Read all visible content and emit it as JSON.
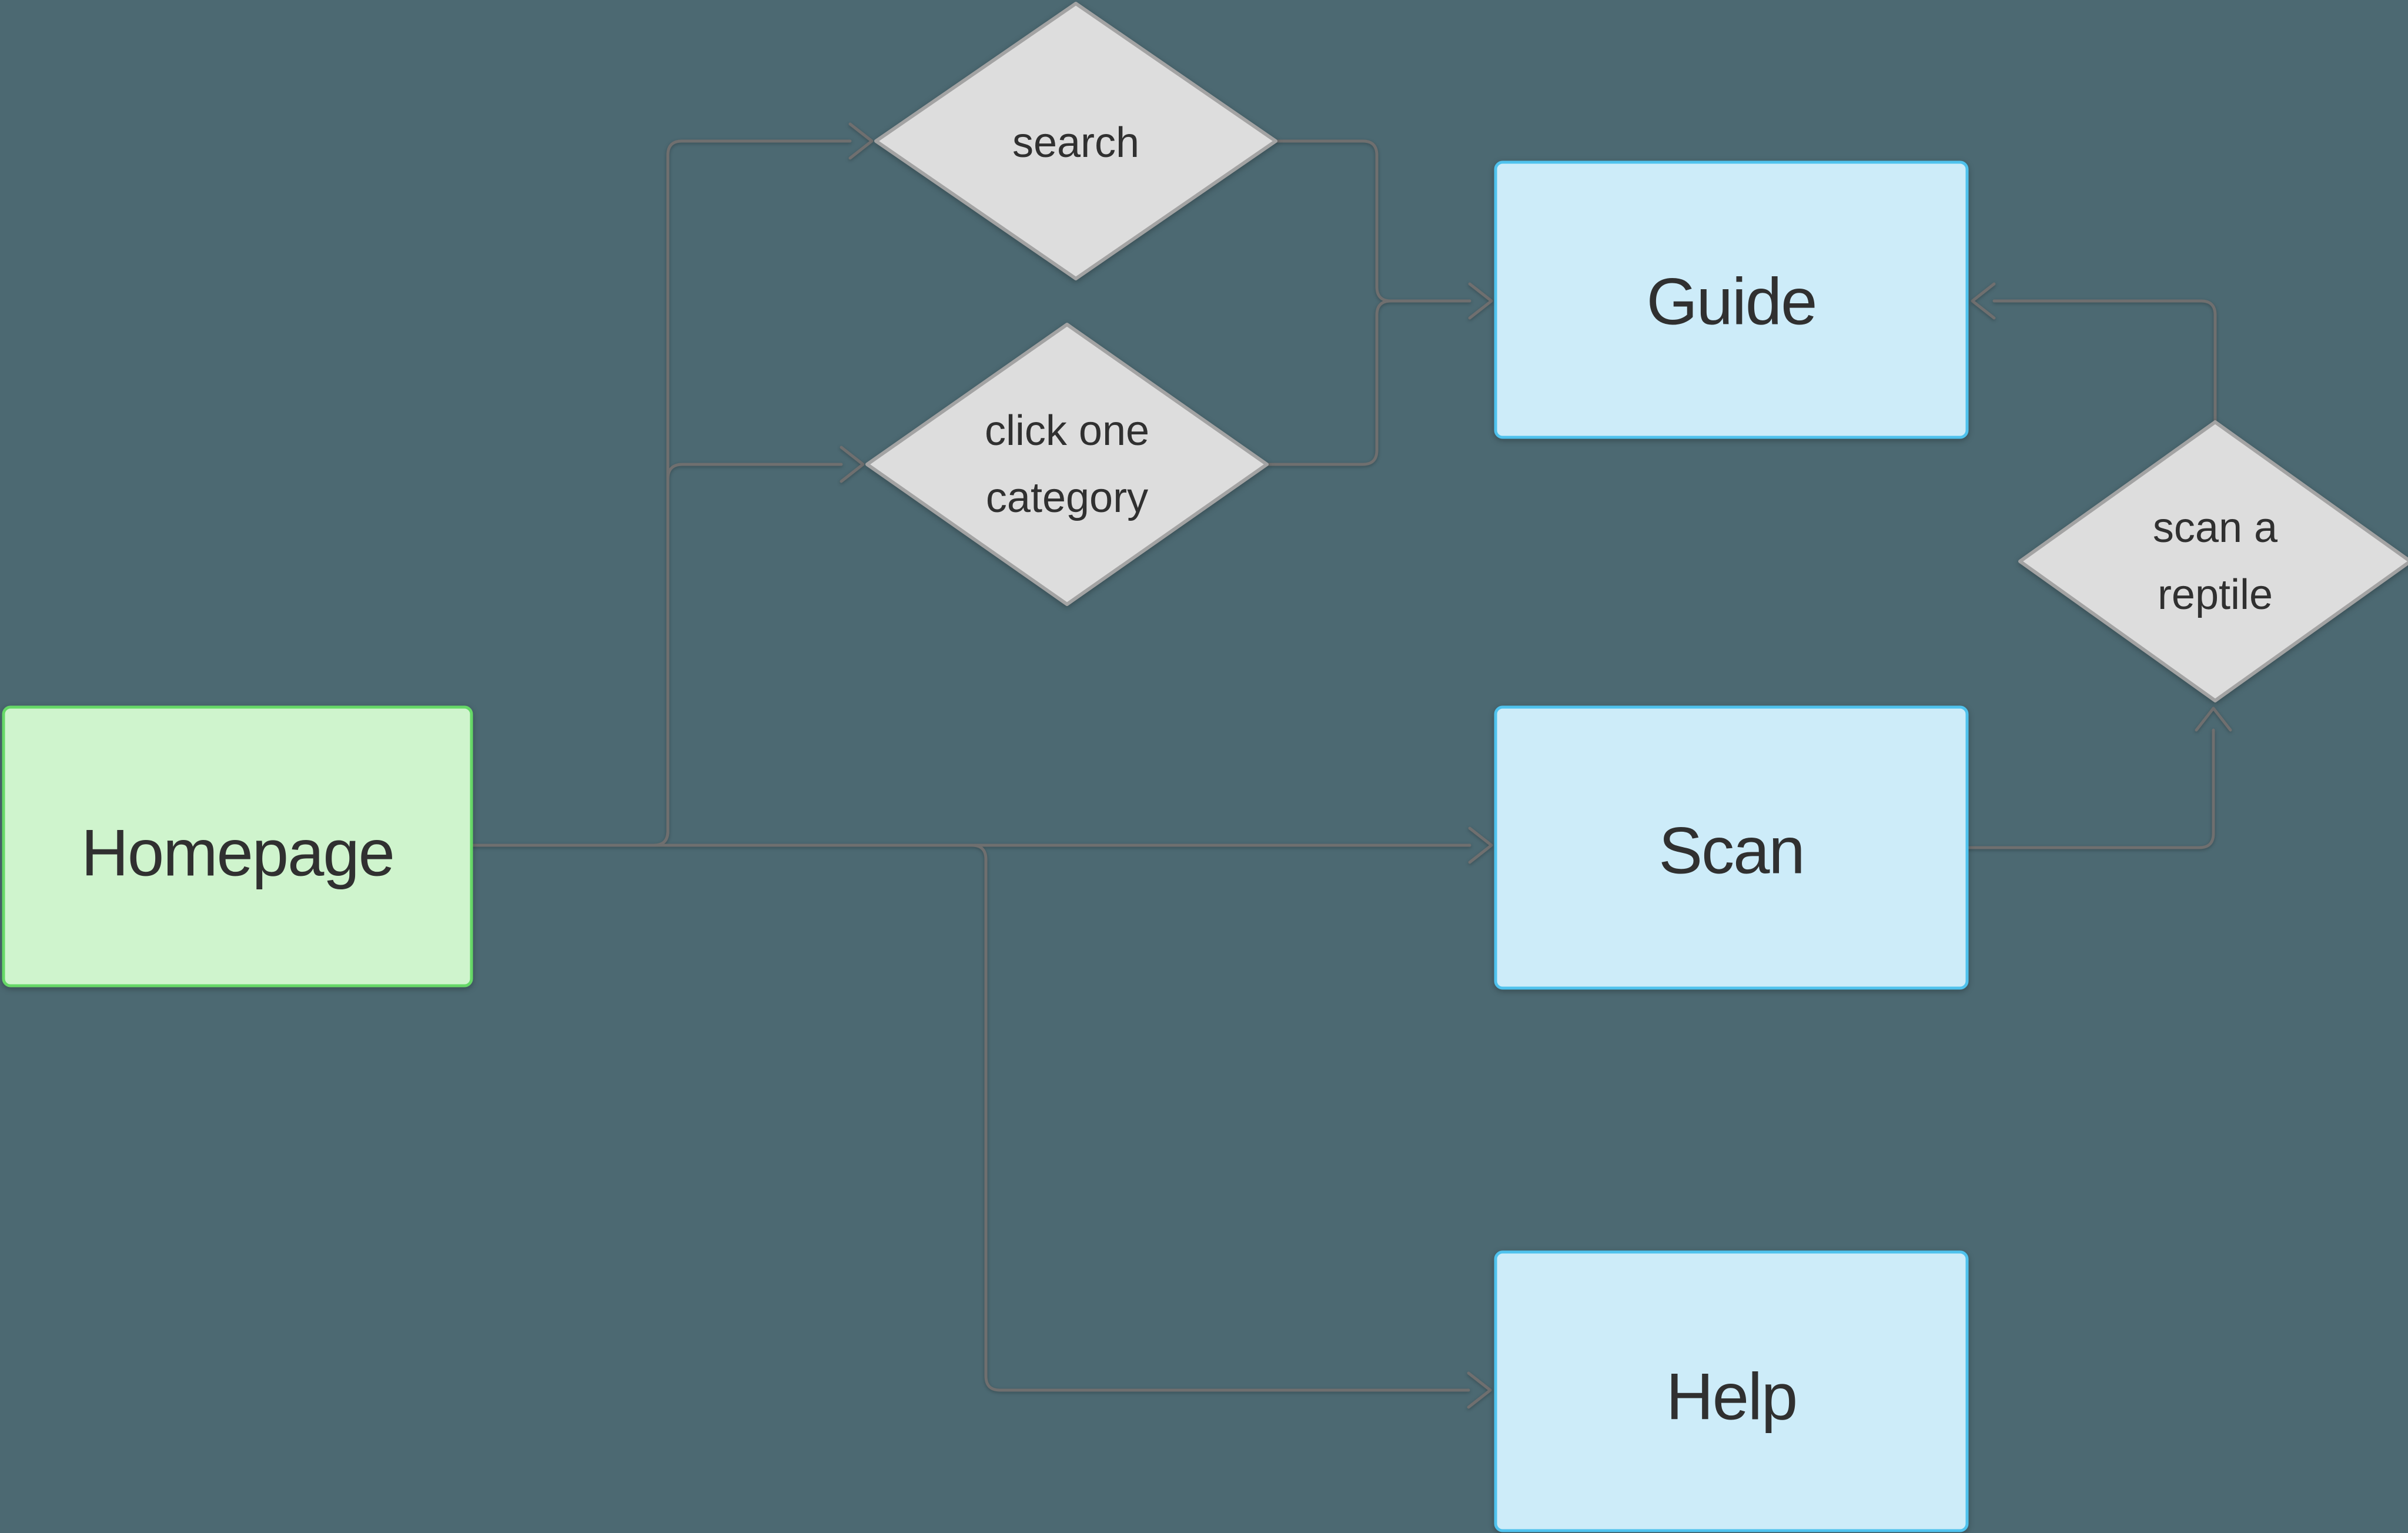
{
  "colors": {
    "bg": "#4c6972",
    "edge": "#6f6f6f",
    "text": "#303030",
    "green-fill": "#cff4cd",
    "green-border": "#66d867",
    "blue-fill": "#cdecf9",
    "blue-border": "#4fc2ed",
    "diamond-fill": "#dddddd",
    "diamond-border": "#a3a3a3"
  },
  "nodes": {
    "homepage": {
      "label": "Homepage",
      "shape": "rectangle"
    },
    "search": {
      "label": "search",
      "shape": "diamond"
    },
    "click_category": {
      "label": "click one category",
      "lines": [
        "click one",
        "category"
      ],
      "shape": "diamond"
    },
    "guide": {
      "label": "Guide",
      "shape": "rectangle"
    },
    "scan": {
      "label": "Scan",
      "shape": "rectangle"
    },
    "help": {
      "label": "Help",
      "shape": "rectangle"
    },
    "scan_reptile": {
      "label": "scan a reptile",
      "lines": [
        "scan a",
        "reptile"
      ],
      "shape": "diamond"
    }
  },
  "edges": [
    {
      "from": "homepage",
      "to": "search"
    },
    {
      "from": "homepage",
      "to": "click_category"
    },
    {
      "from": "homepage",
      "to": "scan"
    },
    {
      "from": "homepage",
      "to": "help"
    },
    {
      "from": "search",
      "to": "guide"
    },
    {
      "from": "click_category",
      "to": "guide"
    },
    {
      "from": "scan",
      "to": "scan_reptile"
    },
    {
      "from": "scan_reptile",
      "to": "guide"
    }
  ]
}
